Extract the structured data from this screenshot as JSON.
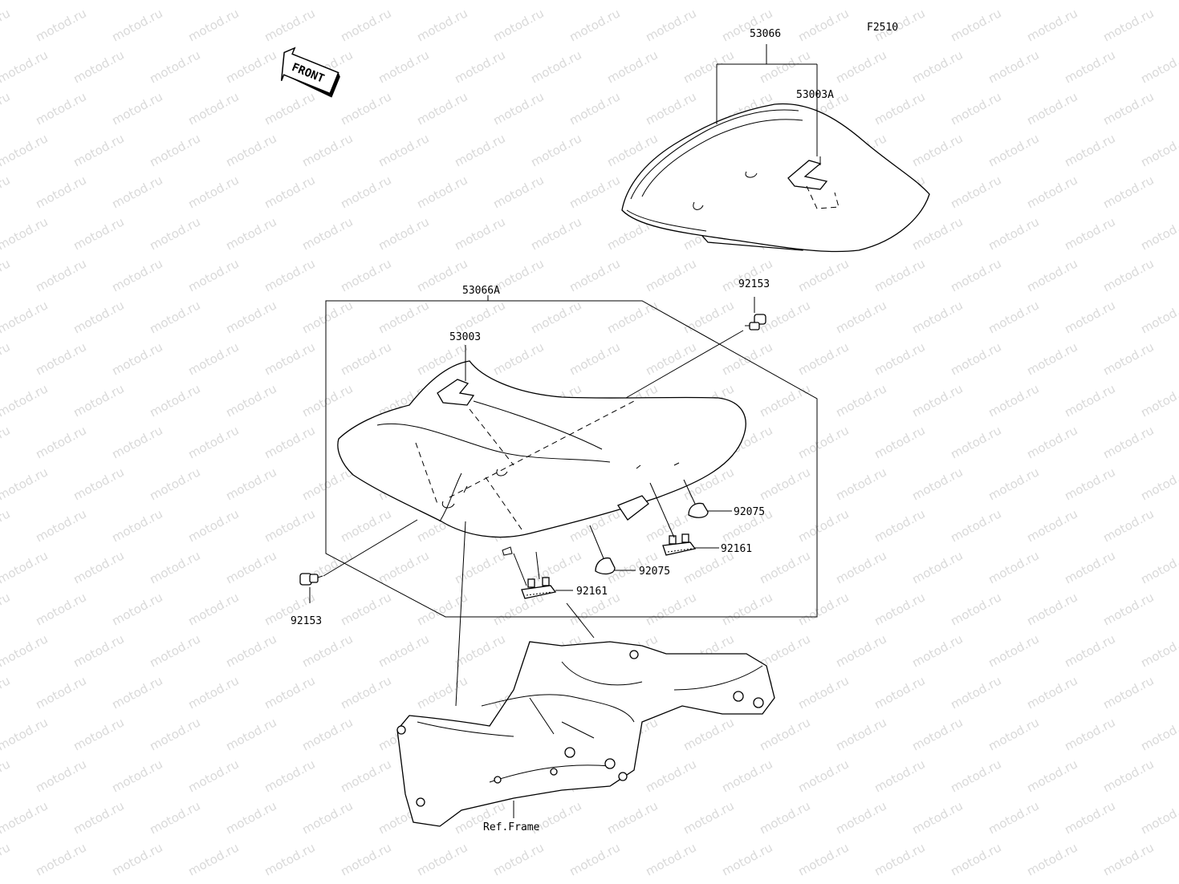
{
  "diagram": {
    "figure_code": "F2510",
    "front_marker": "FRONT",
    "watermark": "motod.ru",
    "ref_frame_label": "Ref.Frame"
  },
  "callouts": [
    {
      "id": "c53066",
      "number": "53066"
    },
    {
      "id": "c53003a",
      "number": "53003A"
    },
    {
      "id": "c53066a",
      "number": "53066A"
    },
    {
      "id": "c92153-top",
      "number": "92153"
    },
    {
      "id": "c53003",
      "number": "53003"
    },
    {
      "id": "c92075-right",
      "number": "92075"
    },
    {
      "id": "c92161-right",
      "number": "92161"
    },
    {
      "id": "c92075-mid",
      "number": "92075"
    },
    {
      "id": "c92161-mid",
      "number": "92161"
    },
    {
      "id": "c92153-bottom",
      "number": "92153"
    }
  ]
}
